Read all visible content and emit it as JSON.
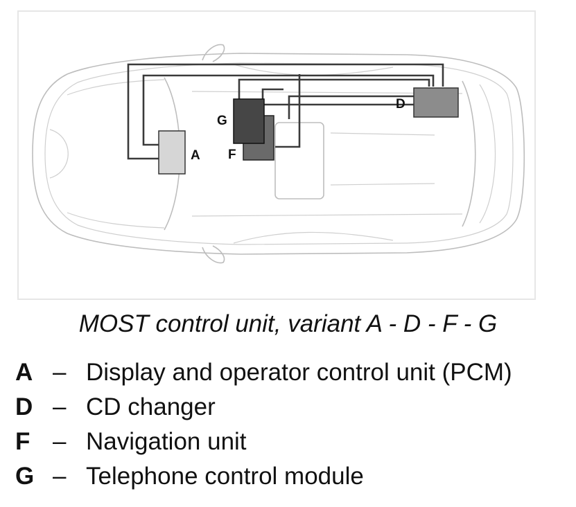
{
  "diagram": {
    "units": [
      {
        "id": "A",
        "color": "#d6d6d6"
      },
      {
        "id": "D",
        "color": "#8c8c8c"
      },
      {
        "id": "F",
        "color": "#6a6a6a"
      },
      {
        "id": "G",
        "color": "#464646"
      }
    ]
  },
  "caption": "MOST control unit, variant A - D - F - G",
  "legend": [
    {
      "key": "A",
      "dash": "–",
      "text": "Display and operator control unit (PCM)"
    },
    {
      "key": "D",
      "dash": "–",
      "text": "CD changer"
    },
    {
      "key": "F",
      "dash": "–",
      "text": "Navigation unit"
    },
    {
      "key": "G",
      "dash": "–",
      "text": "Telephone control module"
    }
  ]
}
